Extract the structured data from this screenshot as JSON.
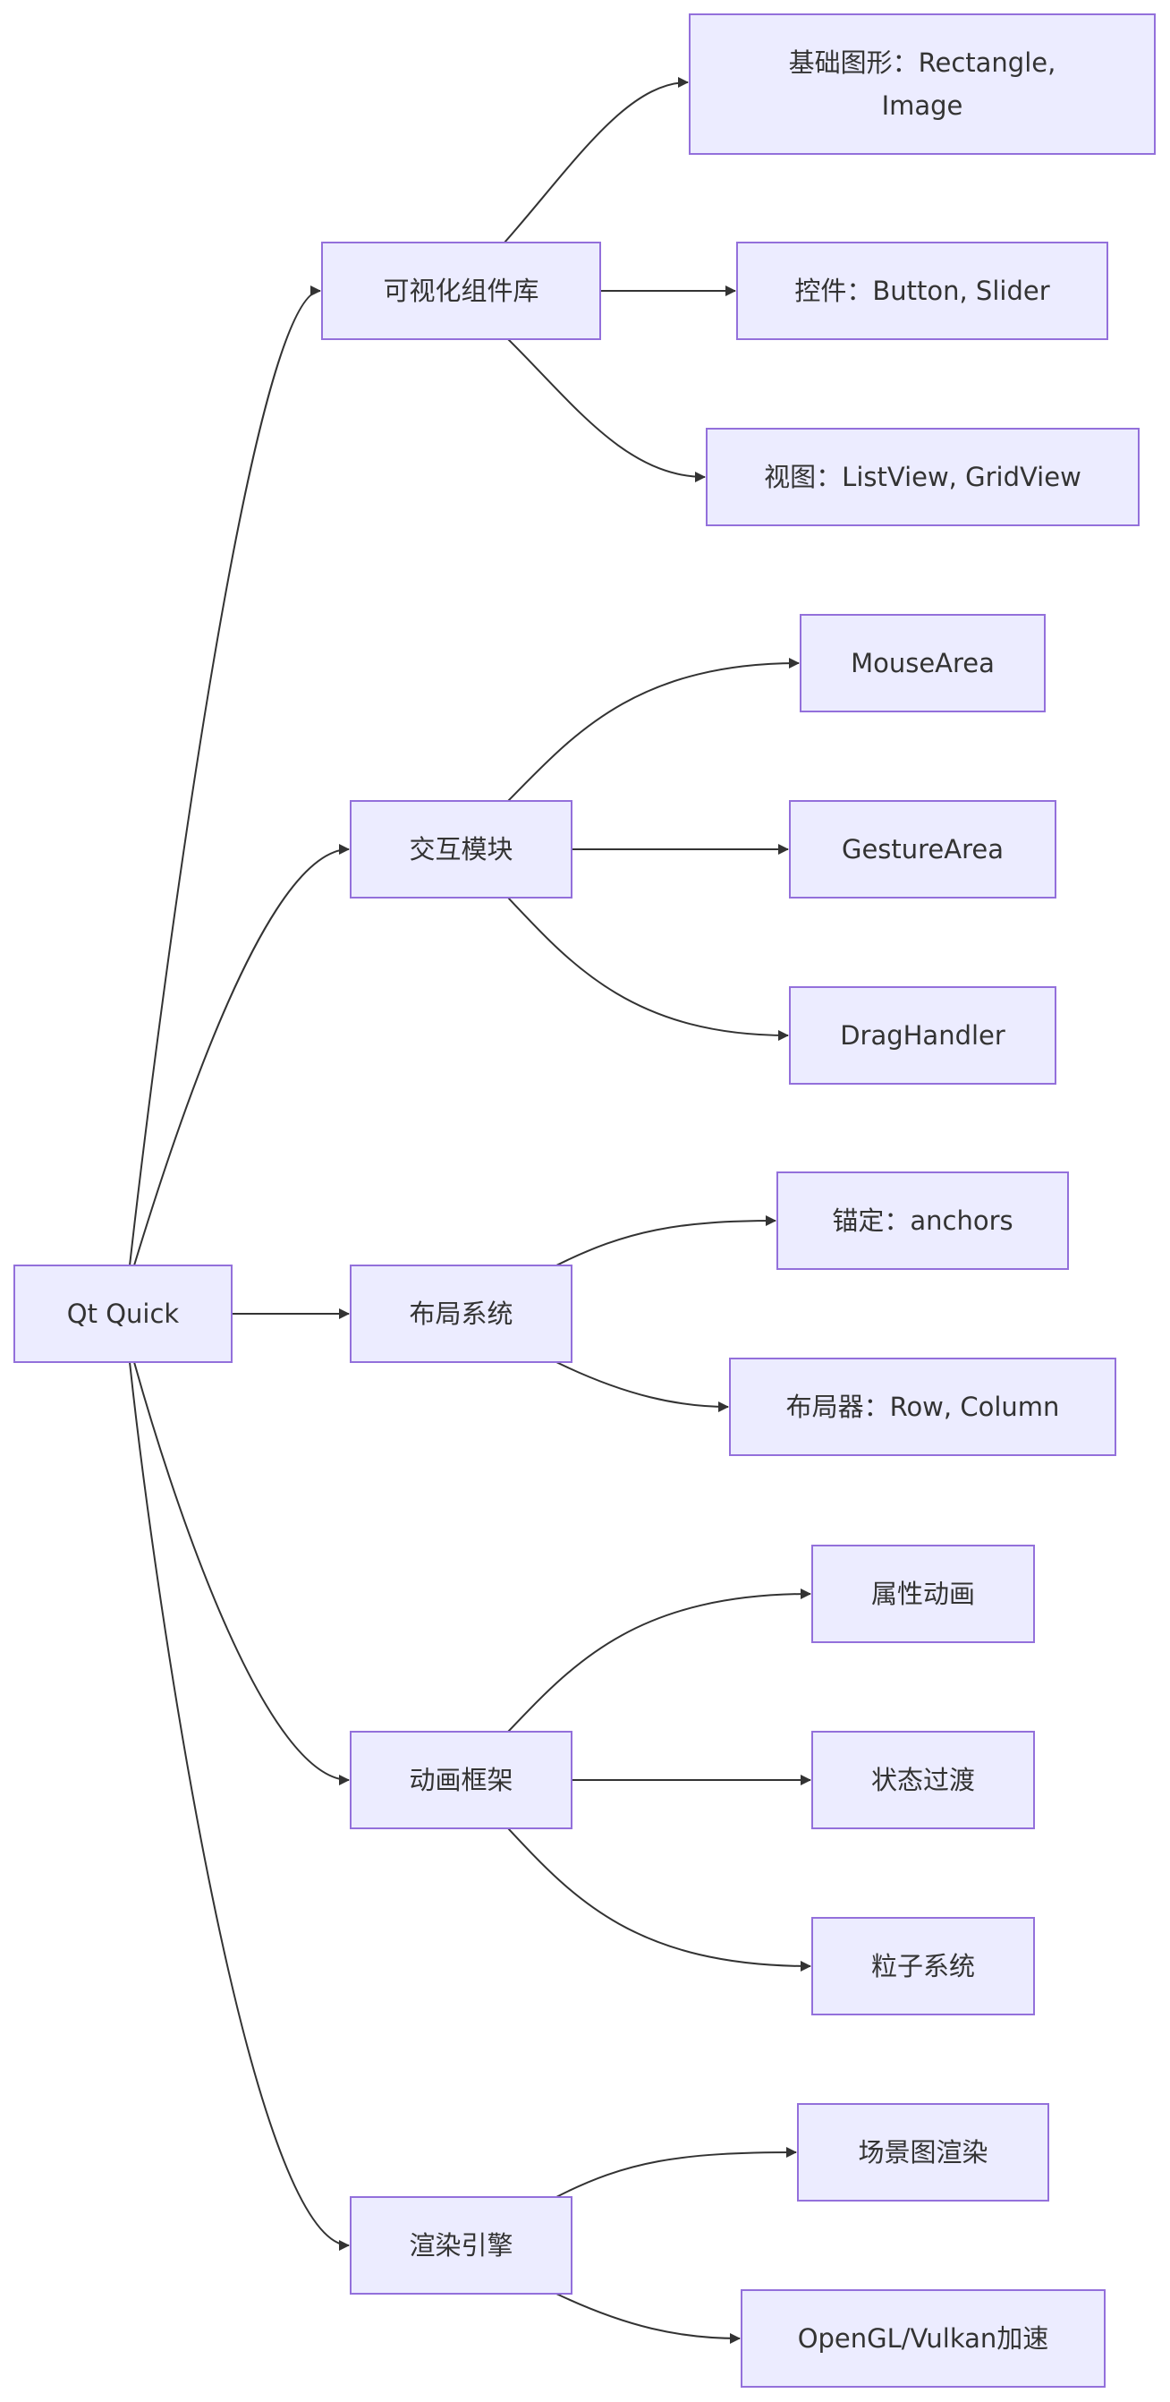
{
  "diagram": {
    "type": "flowchart",
    "direction": "LR",
    "colors": {
      "node_fill": "#ececff",
      "node_border": "#9370db",
      "edge": "#333333",
      "text": "#333333",
      "background": "#ffffff"
    },
    "nodes": [
      {
        "id": "root",
        "lines": [
          "Qt Quick"
        ]
      },
      {
        "id": "visual",
        "lines": [
          "可视化组件库"
        ]
      },
      {
        "id": "interact",
        "lines": [
          "交互模块"
        ]
      },
      {
        "id": "layout",
        "lines": [
          "布局系统"
        ]
      },
      {
        "id": "anim",
        "lines": [
          "动画框架"
        ]
      },
      {
        "id": "render",
        "lines": [
          "渲染引擎"
        ]
      },
      {
        "id": "basic",
        "lines": [
          "基础图形：Rectangle,",
          "Image"
        ]
      },
      {
        "id": "controls",
        "lines": [
          "控件：Button, Slider"
        ]
      },
      {
        "id": "views",
        "lines": [
          "视图：ListView, GridView"
        ]
      },
      {
        "id": "mouse",
        "lines": [
          "MouseArea"
        ]
      },
      {
        "id": "gesture",
        "lines": [
          "GestureArea"
        ]
      },
      {
        "id": "drag",
        "lines": [
          "DragHandler"
        ]
      },
      {
        "id": "anchors",
        "lines": [
          "锚定：anchors"
        ]
      },
      {
        "id": "layouts",
        "lines": [
          "布局器：Row, Column"
        ]
      },
      {
        "id": "propanim",
        "lines": [
          "属性动画"
        ]
      },
      {
        "id": "state",
        "lines": [
          "状态过渡"
        ]
      },
      {
        "id": "particle",
        "lines": [
          "粒子系统"
        ]
      },
      {
        "id": "scenegraph",
        "lines": [
          "场景图渲染"
        ]
      },
      {
        "id": "gpu",
        "lines": [
          "OpenGL/Vulkan加速"
        ]
      }
    ],
    "edges": [
      {
        "from": "root",
        "to": "visual"
      },
      {
        "from": "root",
        "to": "interact"
      },
      {
        "from": "root",
        "to": "layout"
      },
      {
        "from": "root",
        "to": "anim"
      },
      {
        "from": "root",
        "to": "render"
      },
      {
        "from": "visual",
        "to": "basic"
      },
      {
        "from": "visual",
        "to": "controls"
      },
      {
        "from": "visual",
        "to": "views"
      },
      {
        "from": "interact",
        "to": "mouse"
      },
      {
        "from": "interact",
        "to": "gesture"
      },
      {
        "from": "interact",
        "to": "drag"
      },
      {
        "from": "layout",
        "to": "anchors"
      },
      {
        "from": "layout",
        "to": "layouts"
      },
      {
        "from": "anim",
        "to": "propanim"
      },
      {
        "from": "anim",
        "to": "state"
      },
      {
        "from": "anim",
        "to": "particle"
      },
      {
        "from": "render",
        "to": "scenegraph"
      },
      {
        "from": "render",
        "to": "gpu"
      }
    ]
  }
}
